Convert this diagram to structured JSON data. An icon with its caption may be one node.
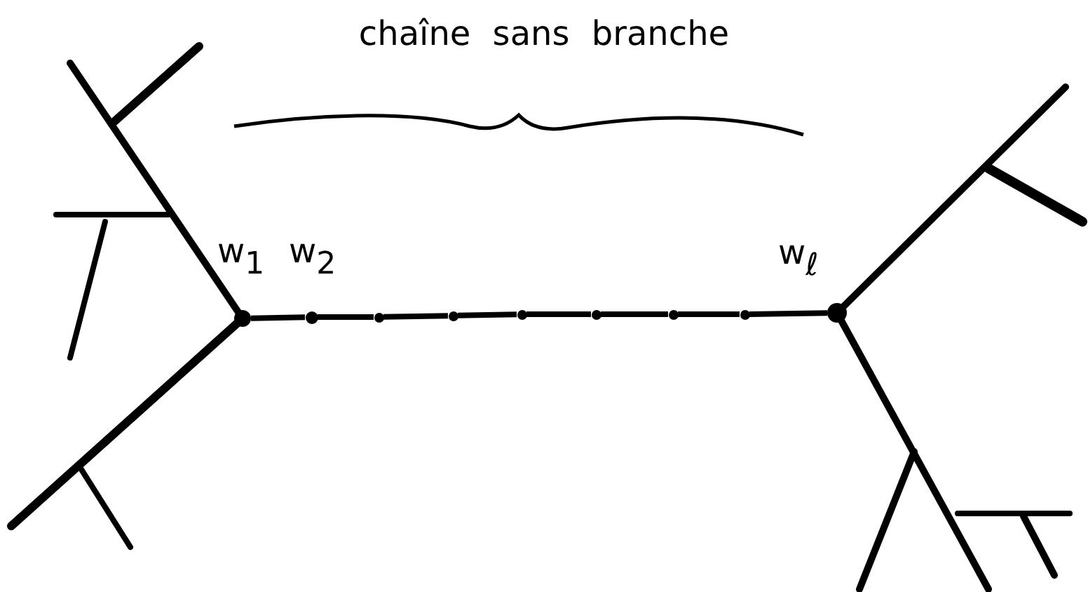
{
  "diagram": {
    "nodes": [
      {
        "text": [],
        "shape": "circle",
        "beside": [
          "w$_{1}$"
        ]
      },
      {
        "text": [],
        "shape": "circle",
        "beside": [
          "w$_{2}$"
        ]
      },
      {
        "text": [],
        "shape": "circle"
      },
      {
        "text": [],
        "shape": "circle"
      },
      {
        "text": [],
        "shape": "circle"
      },
      {
        "text": [],
        "shape": "circle"
      },
      {
        "text": [],
        "shape": "circle"
      },
      {
        "text": [],
        "shape": "circle"
      },
      {
        "text": [],
        "shape": "circle",
        "beside": [
          "w$_{ℓ}$"
        ]
      }
    ],
    "edges": [
      {
        "from": 0,
        "to": 1,
        "arrow": "none"
      },
      {
        "from": 1,
        "to": 2,
        "arrow": "none"
      },
      {
        "from": 2,
        "to": 3,
        "arrow": "none"
      },
      {
        "from": 3,
        "to": 4,
        "arrow": "none"
      },
      {
        "from": 4,
        "to": 5,
        "arrow": "none"
      },
      {
        "from": 5,
        "to": 6,
        "arrow": "none"
      },
      {
        "from": 6,
        "to": 7,
        "arrow": "none"
      },
      {
        "from": 7,
        "to": 8,
        "arrow": "none"
      }
    ],
    "labels": [
      "chaîne sans branche"
    ]
  }
}
